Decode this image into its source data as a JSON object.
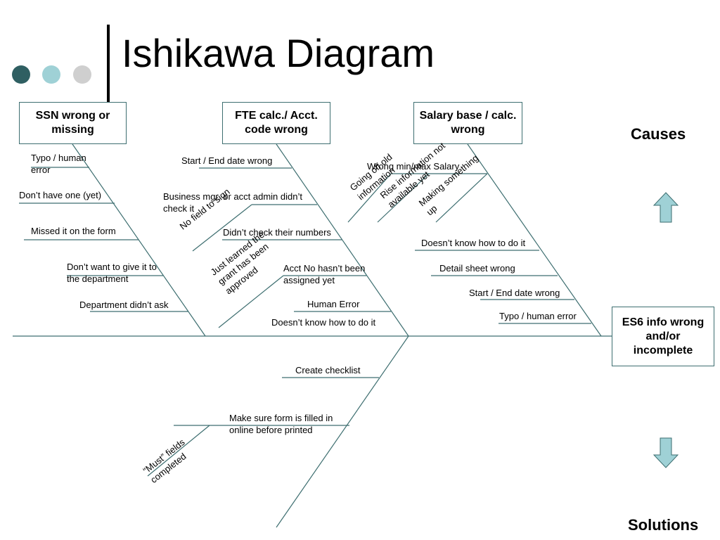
{
  "title": "Ishikawa Diagram",
  "categories": {
    "ssn": "SSN wrong or missing",
    "fte": "FTE calc./ Acct. code wrong",
    "salary": "Salary base / calc. wrong"
  },
  "effect": "ES6  info wrong  and/or incomplete",
  "causes_label": "Causes",
  "solutions_label": "Solutions",
  "causes": {
    "ssn": [
      "Typo / human error",
      "Don’t have one (yet)",
      "Missed it on the form",
      "Don’t want to give it to the department",
      "Department didn’t ask"
    ],
    "fte": [
      "Start / End date wrong",
      "Business mgr. or acct admin didn’t check it",
      "No field to sign",
      "Didn’t check their numbers",
      "Acct No hasn’t been assigned yet",
      "Just learned the grant has been approved",
      "Human Error",
      "Doesn’t know how to do it"
    ],
    "salary": [
      "Wrong min/max Salary",
      "Going off old information",
      "Rise information not available yet",
      "Making something up",
      "Doesn’t know how to do it",
      "Detail sheet wrong",
      "Start / End date wrong",
      "Typo / human error"
    ]
  },
  "solutions": [
    "Create checklist",
    "Make sure form is filled in online before printed",
    "“Must” fields completed"
  ],
  "colors": {
    "line": "#3d6e70",
    "arrow_fill": "#9fd1d6",
    "arrow_stroke": "#3d6e70"
  },
  "icons": {
    "up": "arrow-up-icon",
    "down": "arrow-down-icon"
  }
}
